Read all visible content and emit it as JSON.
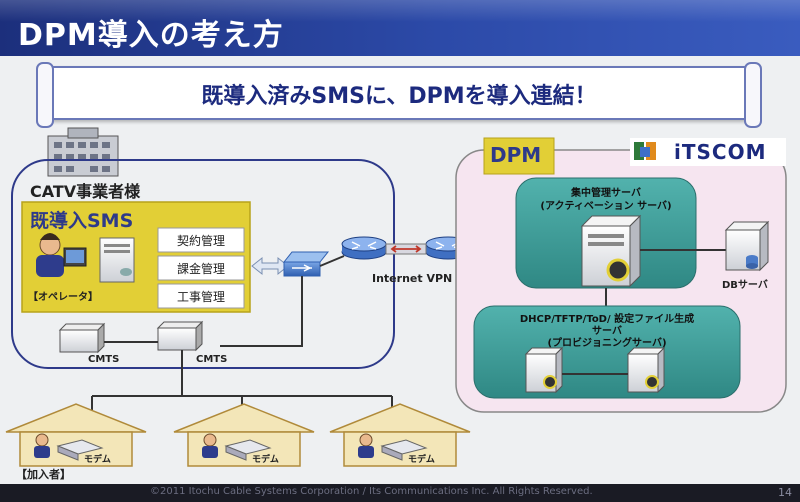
{
  "title": "DPM導入の考え方",
  "banner": "既導入済みSMSに、DPMを導入連結！",
  "operator_area": {
    "label": "CATV事業者様",
    "sms_title": "既導入SMS",
    "operator_label": "【オペレータ】",
    "functions": [
      "契約管理",
      "課金管理",
      "工事管理"
    ],
    "cmts_labels": [
      "CMTS",
      "CMTS"
    ]
  },
  "network": {
    "label": "Internet VPN"
  },
  "dpm_area": {
    "label": "DPM",
    "logo_text": "iTSCOM",
    "central_server": "集中管理サーバ",
    "central_server_sub": "(アクティベーション サーバ)",
    "db_server": "DBサーバ",
    "provisioning_line1": "DHCP/TFTP/ToD/ 設定ファイル生成",
    "provisioning_line2": "サーバ",
    "provisioning_line3": "(プロビジョニングサーバ)"
  },
  "subscribers": {
    "label": "【加入者】",
    "modem_label": "モデム"
  },
  "footer": {
    "copyright": "©2011 Itochu Cable Systems Corporation / Its Communications Inc. All Rights Reserved.",
    "page_number": "14"
  },
  "colors": {
    "title_bar": "#243c98",
    "sms_box": "#e8d43a",
    "dpm_panel": "#f5e4ef",
    "server_panel": "#3f9b98"
  }
}
